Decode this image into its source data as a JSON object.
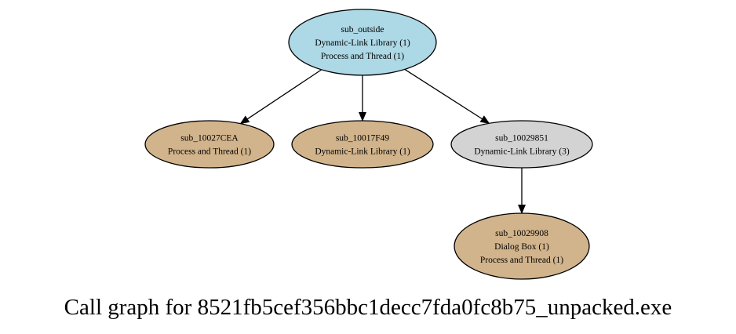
{
  "title": "Call graph for 8521fb5cef356bbc1decc7fda0fc8b75_unpacked.exe",
  "colors": {
    "root": "#add8e6",
    "leaf": "#d2b48c",
    "intermediate": "#d3d3d3",
    "stroke": "#000000"
  },
  "nodes": [
    {
      "id": "sub_outside",
      "lines": [
        "sub_outside",
        "Dynamic-Link Library (1)",
        "Process and Thread (1)"
      ],
      "fill": "root"
    },
    {
      "id": "sub_10027CEA",
      "lines": [
        "sub_10027CEA",
        "Process and Thread (1)"
      ],
      "fill": "leaf"
    },
    {
      "id": "sub_10017F49",
      "lines": [
        "sub_10017F49",
        "Dynamic-Link Library (1)"
      ],
      "fill": "leaf"
    },
    {
      "id": "sub_10029851",
      "lines": [
        "sub_10029851",
        "Dynamic-Link Library (3)"
      ],
      "fill": "intermediate"
    },
    {
      "id": "sub_10029908",
      "lines": [
        "sub_10029908",
        "Dialog Box (1)",
        "Process and Thread (1)"
      ],
      "fill": "leaf"
    }
  ],
  "edges": [
    {
      "from": "sub_outside",
      "to": "sub_10027CEA"
    },
    {
      "from": "sub_outside",
      "to": "sub_10017F49"
    },
    {
      "from": "sub_outside",
      "to": "sub_10029851"
    },
    {
      "from": "sub_10029851",
      "to": "sub_10029908"
    }
  ]
}
